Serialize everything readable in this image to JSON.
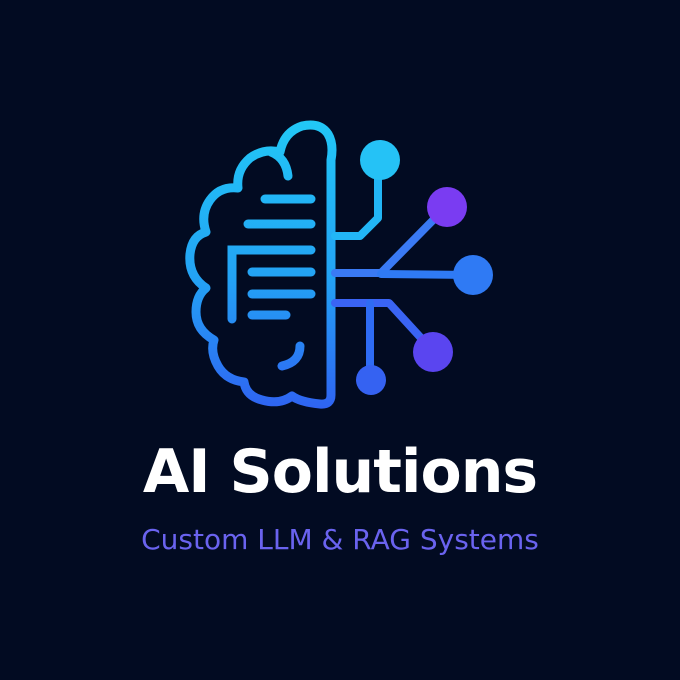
{
  "brand": {
    "title": "AI Solutions",
    "subtitle": "Custom LLM & RAG Systems"
  },
  "icon": {
    "name": "brain-circuit-document-icon",
    "description": "Half brain outline containing document lines, with circuit traces ending in nodes"
  },
  "colors": {
    "background": "#020b22",
    "title": "#ffffff",
    "subtitle": "#6a63ef",
    "gradient_top": "#22c8f6",
    "gradient_bottom": "#2f63f2",
    "node_purple": "#7a3cf2"
  }
}
